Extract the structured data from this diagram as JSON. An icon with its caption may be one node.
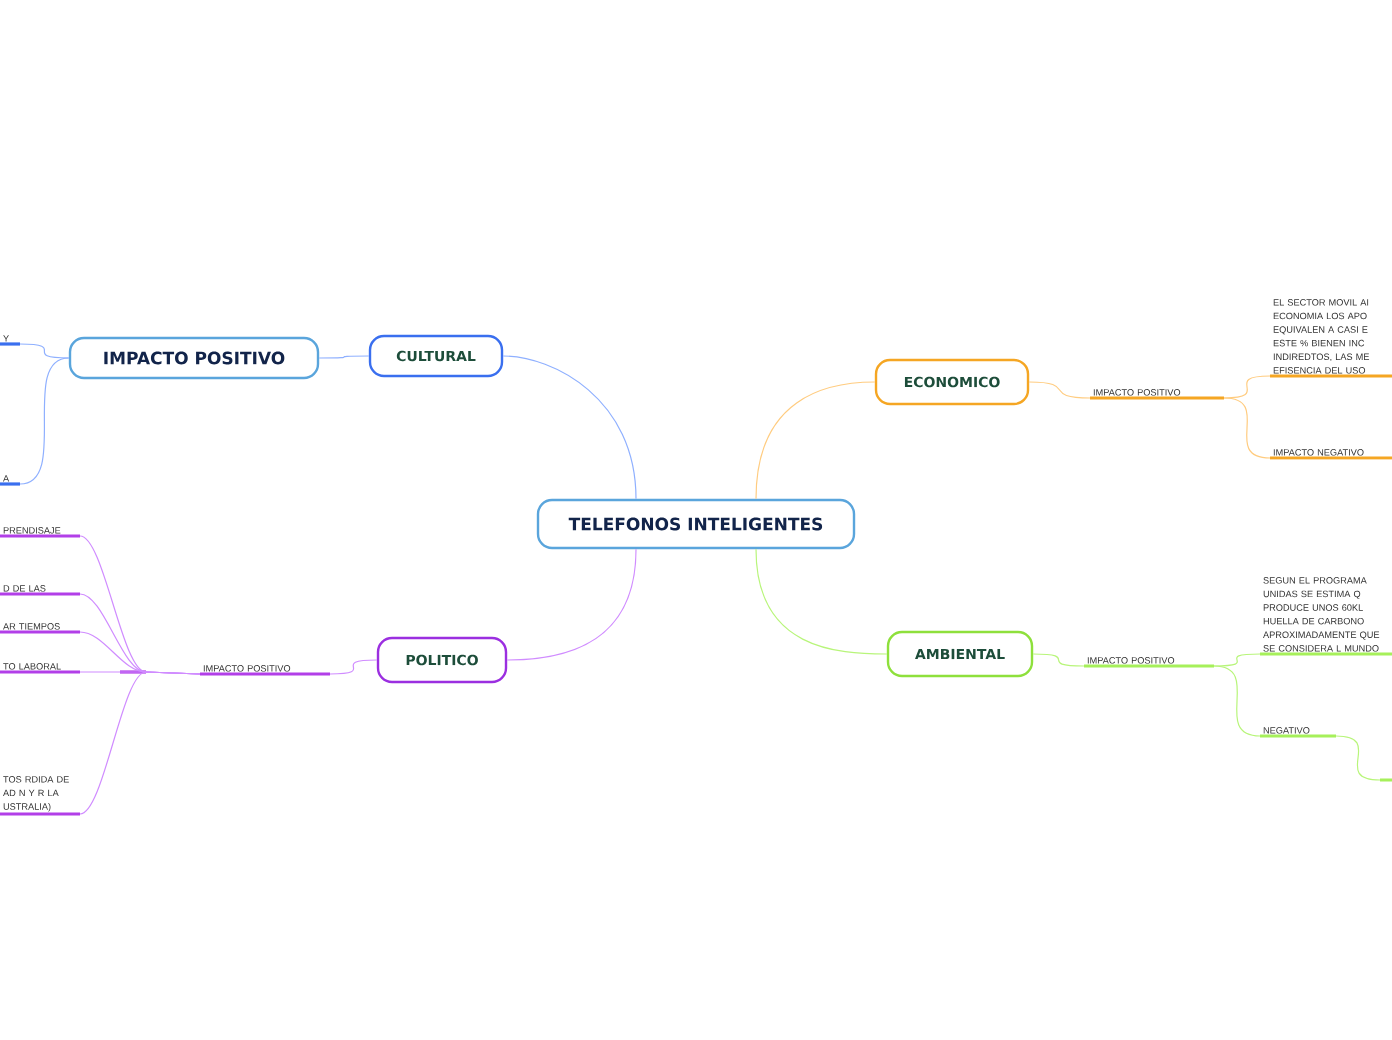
{
  "diagram": {
    "nodes": [
      {
        "text": [
          "TELEFONOS INTELIGENTES"
        ]
      },
      {
        "text": [
          "CULTURAL"
        ]
      },
      {
        "text": [
          "IMPACTO POSITIVO"
        ]
      },
      {
        "text": [
          "Y"
        ]
      },
      {
        "text": [
          "A"
        ]
      },
      {
        "text": [
          "ECONOMICO"
        ]
      },
      {
        "text": [
          "IMPACTO POSITIVO"
        ]
      },
      {
        "text": [
          "EL SECTOR MOVIL AI ECONOMIA LOS APO EQUIVALEN A CASI E ESTE % BIENEN INC INDIREDTOS, LAS ME EFISENCIA DEL USO"
        ]
      },
      {
        "text": [
          "IMPACTO NEGATIVO"
        ]
      },
      {
        "text": [
          "AMBIENTAL"
        ]
      },
      {
        "text": [
          "IMPACTO POSITIVO"
        ]
      },
      {
        "text": [
          "SEGUN EL PROGRAMA UNIDAS SE ESTIMA Q PRODUCE UNOS 60KL HUELLA DE CARBONO APROXIMADAMENTE QUE SE CONSIDERA L MUNDO"
        ]
      },
      {
        "text": [
          "NEGATIVO"
        ]
      },
      {
        "text": [],
        "shape": "bar"
      },
      {
        "text": [
          "POLITICO"
        ]
      },
      {
        "text": [
          "IMPACTO POSITIVO"
        ]
      },
      {
        "text": [
          "PRENDISAJE"
        ]
      },
      {
        "text": [
          "D DE LAS"
        ]
      },
      {
        "text": [
          "AR TIEMPOS"
        ]
      },
      {
        "text": [
          "TO LABORAL"
        ]
      },
      {
        "text": [
          "TOS RDIDA DE AD N Y R LA USTRALIA)"
        ]
      }
    ],
    "edges": [
      {
        "from": 0,
        "to": 1,
        "arrow": "none",
        "color": "#8fb0ff"
      },
      {
        "from": 1,
        "to": 2,
        "arrow": "none",
        "color": "#8fb0ff"
      },
      {
        "from": 2,
        "to": 3,
        "arrow": "none",
        "color": "#8fb0ff"
      },
      {
        "from": 2,
        "to": 4,
        "arrow": "none",
        "color": "#8fb0ff"
      },
      {
        "from": 0,
        "to": 5,
        "arrow": "none",
        "color": "#ffcc80"
      },
      {
        "from": 5,
        "to": 6,
        "arrow": "none",
        "color": "#ffcc80"
      },
      {
        "from": 6,
        "to": 7,
        "arrow": "none",
        "color": "#ffcc80"
      },
      {
        "from": 6,
        "to": 8,
        "arrow": "none",
        "color": "#ffcc80"
      },
      {
        "from": 0,
        "to": 9,
        "arrow": "none",
        "color": "#b8f57a"
      },
      {
        "from": 9,
        "to": 10,
        "arrow": "none",
        "color": "#b8f57a"
      },
      {
        "from": 10,
        "to": 11,
        "arrow": "none",
        "color": "#b8f57a"
      },
      {
        "from": 10,
        "to": 12,
        "arrow": "none",
        "color": "#b8f57a"
      },
      {
        "from": 12,
        "to": 13,
        "arrow": "none",
        "color": "#b8f57a"
      },
      {
        "from": 0,
        "to": 14,
        "arrow": "none",
        "color": "#d08cff"
      },
      {
        "from": 14,
        "to": 15,
        "arrow": "none",
        "color": "#d08cff"
      },
      {
        "from": 15,
        "to": 16,
        "arrow": "none",
        "color": "#d08cff"
      },
      {
        "from": 15,
        "to": 17,
        "arrow": "none",
        "color": "#d08cff"
      },
      {
        "from": 15,
        "to": 18,
        "arrow": "none",
        "color": "#d08cff"
      },
      {
        "from": 15,
        "to": 19,
        "arrow": "none",
        "color": "#d08cff"
      },
      {
        "from": 15,
        "to": 20,
        "arrow": "none",
        "color": "#d08cff"
      }
    ]
  }
}
